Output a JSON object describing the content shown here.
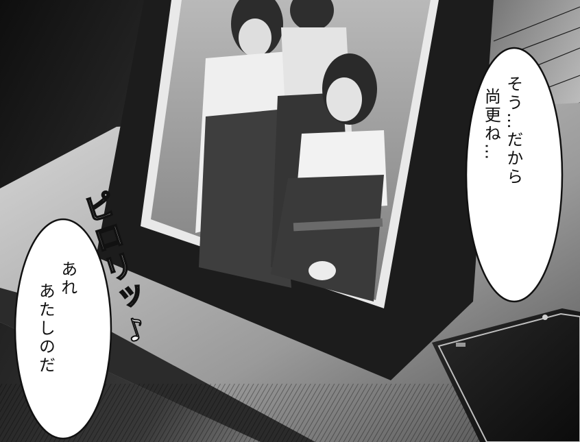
{
  "speech_right": {
    "lines": [
      "そう…だから",
      "尚更ね…"
    ]
  },
  "speech_left": {
    "lines": [
      "あれ",
      "あたしのだ"
    ]
  },
  "sfx": {
    "text": "ピロリッ♪"
  },
  "phone_status": {
    "battery_icon": "battery-icon"
  },
  "colors": {
    "paper": "#ffffff",
    "ink": "#111111",
    "frame": "#1c1c1c"
  }
}
